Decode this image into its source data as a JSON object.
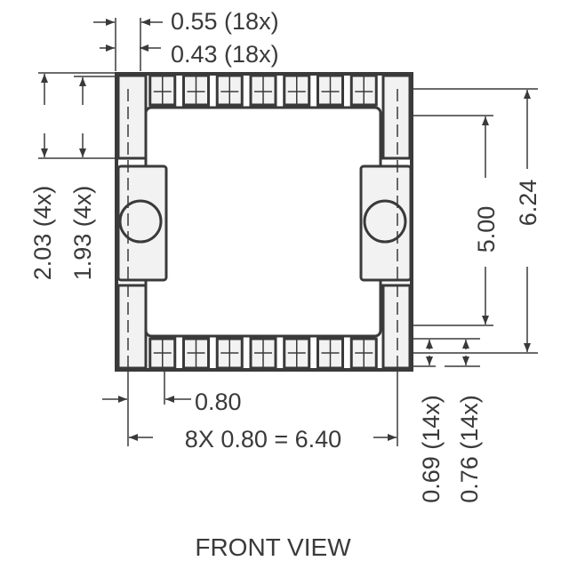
{
  "dimensions": {
    "pad_width_outer": "0.55 (18x)",
    "pad_width_inner": "0.43 (18x)",
    "corner_length_outer": "2.03 (4x)",
    "corner_length_inner": "1.93 (4x)",
    "overall_height": "6.24",
    "inner_height": "5.00",
    "pitch": "0.80",
    "span": "8X 0.80 = 6.40",
    "pad_length_inner": "0.69 (14x)",
    "pad_length_outer": "0.76 (14x)"
  },
  "caption": "FRONT VIEW",
  "colors": {
    "line": "#3a3a3a",
    "pad_fill": "#f2f2f2"
  }
}
